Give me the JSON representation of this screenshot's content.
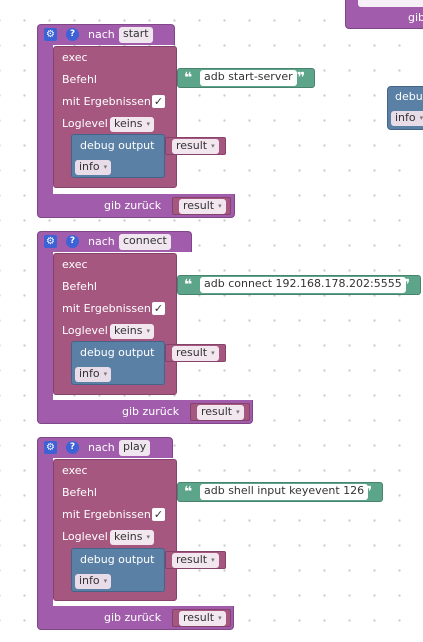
{
  "labels": {
    "nach": "nach",
    "exec": "exec",
    "befehl": "Befehl",
    "mit_ergebnissen": "mit Ergebnissen",
    "loglevel": "Loglevel",
    "debug_output": "debug output",
    "gib_zurueck": "gib zurück",
    "result": "result",
    "info": "info",
    "keins": "keins",
    "check_mark": "✓",
    "question": "?",
    "gear": "⚙",
    "open_quote": "❝",
    "close_quote": "❞",
    "caret": "▾"
  },
  "functions": [
    {
      "name": "start",
      "command": "adb start-server"
    },
    {
      "name": "connect",
      "command": "adb connect 192.168.178.202:5555"
    },
    {
      "name": "play",
      "command": "adb shell input keyevent 126"
    }
  ],
  "partial": {
    "gib_fragment": "gib",
    "debug_fragment": "debu",
    "info_fragment": "info"
  }
}
